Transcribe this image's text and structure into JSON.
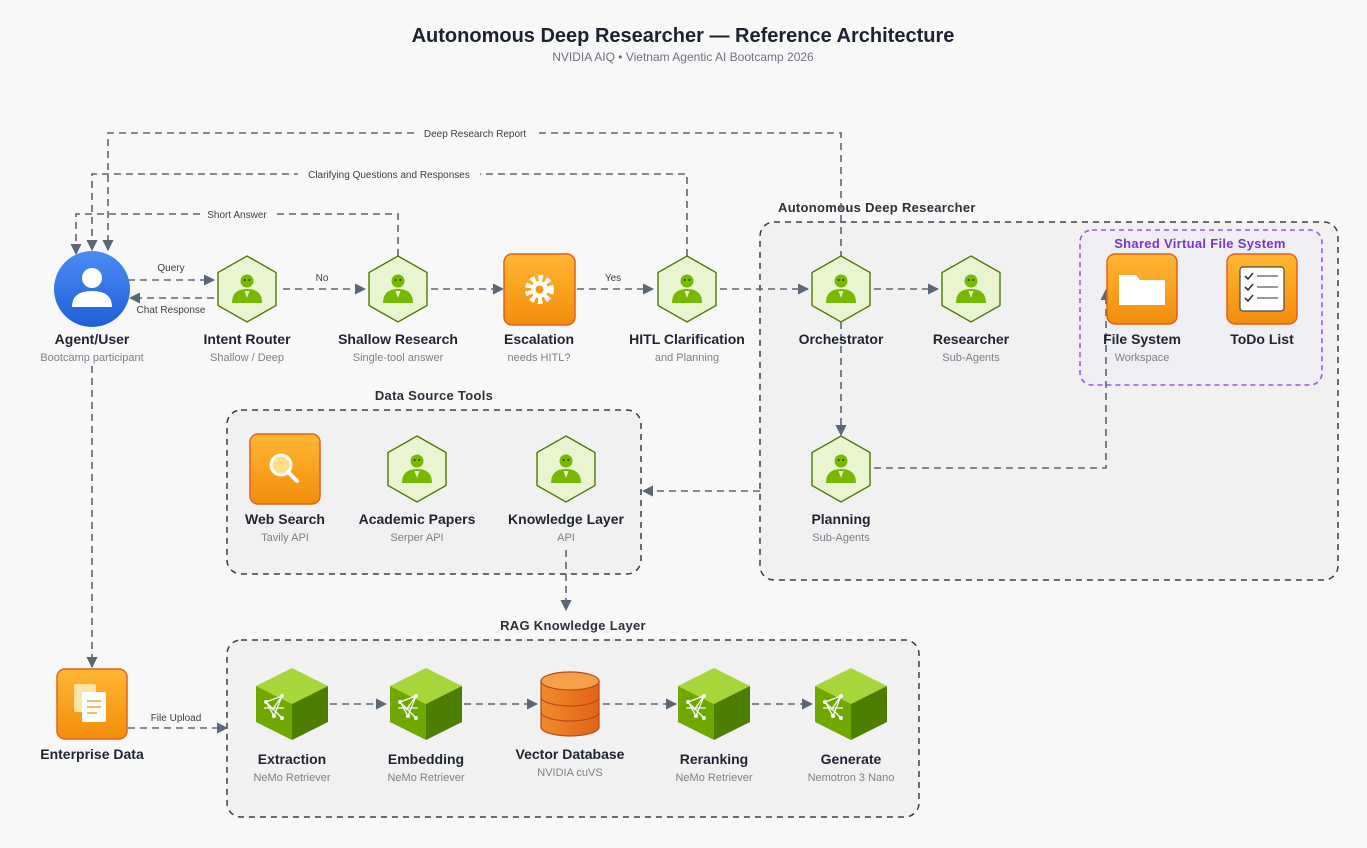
{
  "header": {
    "title": "Autonomous Deep Researcher — Reference Architecture",
    "subtitle": "NVIDIA AIQ • Vietnam Agentic AI Bootcamp 2026"
  },
  "groups": {
    "adr": "Autonomous Deep Researcher",
    "svfs": "Shared Virtual File System",
    "dst": "Data Source Tools",
    "rag": "RAG Knowledge Layer"
  },
  "nodes": {
    "user": {
      "label": "Agent/User",
      "sub": "Bootcamp participant",
      "icon": "user-icon"
    },
    "router": {
      "label": "Intent Router",
      "sub": "Shallow / Deep",
      "icon": "agent-hexagon-icon"
    },
    "shallow": {
      "label": "Shallow Research",
      "sub": "Single-tool answer",
      "icon": "agent-hexagon-icon"
    },
    "escalation": {
      "label": "Escalation",
      "sub": "needs HITL?",
      "icon": "gear-icon"
    },
    "hitl": {
      "label": "HITL Clarification",
      "sub": "and Planning",
      "icon": "agent-hexagon-icon"
    },
    "orchestrator": {
      "label": "Orchestrator",
      "sub": "",
      "icon": "agent-hexagon-icon"
    },
    "researcher": {
      "label": "Researcher",
      "sub": "Sub-Agents",
      "icon": "agent-hexagon-icon"
    },
    "filesystem": {
      "label": "File System",
      "sub": "Workspace",
      "icon": "folder-icon"
    },
    "todo": {
      "label": "ToDo List",
      "sub": "",
      "icon": "checklist-icon"
    },
    "planning": {
      "label": "Planning",
      "sub": "Sub-Agents",
      "icon": "agent-hexagon-icon"
    },
    "websearch": {
      "label": "Web Search",
      "sub": "Tavily API",
      "icon": "magnifier-icon"
    },
    "papers": {
      "label": "Academic Papers",
      "sub": "Serper API",
      "icon": "agent-hexagon-icon"
    },
    "knowledge": {
      "label": "Knowledge Layer",
      "sub": "API",
      "icon": "agent-hexagon-icon"
    },
    "enterprise": {
      "label": "Enterprise Data",
      "sub": "",
      "icon": "documents-icon"
    },
    "extraction": {
      "label": "Extraction",
      "sub": "NeMo Retriever",
      "icon": "network-cube-icon"
    },
    "embedding": {
      "label": "Embedding",
      "sub": "NeMo Retriever",
      "icon": "network-cube-icon"
    },
    "vectordb": {
      "label": "Vector Database",
      "sub": "NVIDIA cuVS",
      "icon": "database-icon"
    },
    "reranking": {
      "label": "Reranking",
      "sub": "NeMo Retriever",
      "icon": "network-cube-icon"
    },
    "generate": {
      "label": "Generate",
      "sub": "Nemotron 3 Nano",
      "icon": "network-cube-icon"
    }
  },
  "edges": {
    "deep_report": "Deep Research Report",
    "clarifying": "Clarifying Questions and Responses",
    "short_answer": "Short Answer",
    "query": "Query",
    "chat_response": "Chat Response",
    "no": "No",
    "yes": "Yes",
    "file_upload": "File Upload"
  },
  "colors": {
    "user_blue": "#2f6fe6",
    "agent_green": "#76b900",
    "agent_fill": "#e8f5d0",
    "tool_orange": "#f7a21b",
    "tool_border": "#e0621a",
    "group_border": "#3a3d44",
    "svfs_purple": "#9b59d6",
    "edge_gray": "#5b6677"
  }
}
